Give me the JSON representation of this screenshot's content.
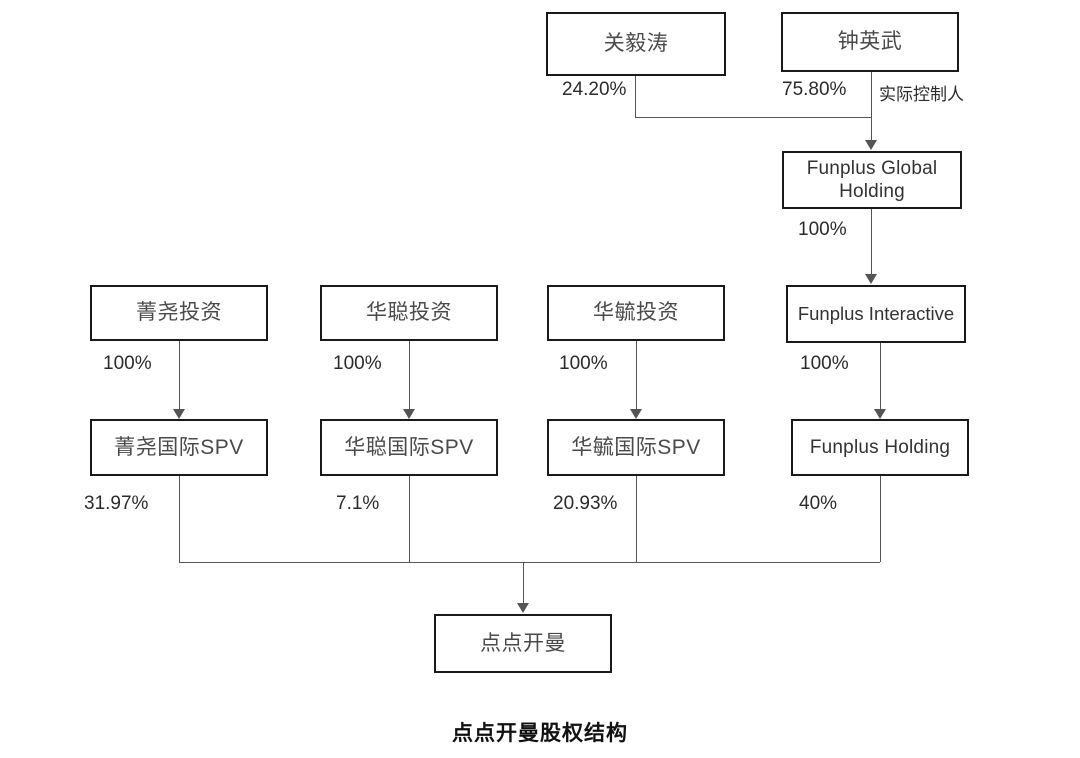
{
  "diagram": {
    "caption": "点点开曼股权结构",
    "nodes": {
      "guan_yitao": "关毅涛",
      "zhong_yingwu": "钟英武",
      "funplus_global_holding": "Funplus Global Holding",
      "funplus_interactive": "Funplus Interactive",
      "jingyao_investment": "菁尧投资",
      "huacong_investment": "华聪投资",
      "huayu_investment": "华毓投资",
      "jingyao_spv": "菁尧国际SPV",
      "huacong_spv": "华聪国际SPV",
      "huayu_spv": "华毓国际SPV",
      "funplus_holding": "Funplus Holding",
      "diandian_cayman": "点点开曼"
    },
    "edges": {
      "guan_to_fgh": "24.20%",
      "zhong_to_fgh": "75.80%",
      "fgh_to_fi": "100%",
      "jingyao_to_spv": "100%",
      "huacong_to_spv": "100%",
      "huayu_to_spv": "100%",
      "fi_to_fholding": "100%",
      "jingyao_spv_to_cayman": "31.97%",
      "huacong_spv_to_cayman": "7.1%",
      "huayu_spv_to_cayman": "20.93%",
      "funplus_holding_to_cayman": "40%"
    },
    "annotations": {
      "actual_controller": "实际控制人"
    },
    "colors": {
      "box_border": "#1a1a1a",
      "connector": "#555555",
      "text": "#333333",
      "background": "#ffffff"
    }
  },
  "chart_data": {
    "type": "diagram",
    "title": "点点开曼股权结构",
    "nodes": [
      {
        "id": "guan_yitao",
        "label": "关毅涛",
        "tier": 1
      },
      {
        "id": "zhong_yingwu",
        "label": "钟英武",
        "tier": 1,
        "note": "实际控制人"
      },
      {
        "id": "funplus_global_holding",
        "label": "Funplus Global Holding",
        "tier": 2
      },
      {
        "id": "funplus_interactive",
        "label": "Funplus Interactive",
        "tier": 3
      },
      {
        "id": "jingyao_investment",
        "label": "菁尧投资",
        "tier": 3
      },
      {
        "id": "huacong_investment",
        "label": "华聪投资",
        "tier": 3
      },
      {
        "id": "huayu_investment",
        "label": "华毓投资",
        "tier": 3
      },
      {
        "id": "jingyao_spv",
        "label": "菁尧国际SPV",
        "tier": 4
      },
      {
        "id": "huacong_spv",
        "label": "华聪国际SPV",
        "tier": 4
      },
      {
        "id": "huayu_spv",
        "label": "华毓国际SPV",
        "tier": 4
      },
      {
        "id": "funplus_holding",
        "label": "Funplus Holding",
        "tier": 4
      },
      {
        "id": "diandian_cayman",
        "label": "点点开曼",
        "tier": 5
      }
    ],
    "edges": [
      {
        "from": "guan_yitao",
        "to": "funplus_global_holding",
        "label": "24.20%",
        "value": 24.2
      },
      {
        "from": "zhong_yingwu",
        "to": "funplus_global_holding",
        "label": "75.80%",
        "value": 75.8
      },
      {
        "from": "funplus_global_holding",
        "to": "funplus_interactive",
        "label": "100%",
        "value": 100
      },
      {
        "from": "funplus_interactive",
        "to": "funplus_holding",
        "label": "100%",
        "value": 100
      },
      {
        "from": "jingyao_investment",
        "to": "jingyao_spv",
        "label": "100%",
        "value": 100
      },
      {
        "from": "huacong_investment",
        "to": "huacong_spv",
        "label": "100%",
        "value": 100
      },
      {
        "from": "huayu_investment",
        "to": "huayu_spv",
        "label": "100%",
        "value": 100
      },
      {
        "from": "jingyao_spv",
        "to": "diandian_cayman",
        "label": "31.97%",
        "value": 31.97
      },
      {
        "from": "huacong_spv",
        "to": "diandian_cayman",
        "label": "7.1%",
        "value": 7.1
      },
      {
        "from": "huayu_spv",
        "to": "diandian_cayman",
        "label": "20.93%",
        "value": 20.93
      },
      {
        "from": "funplus_holding",
        "to": "diandian_cayman",
        "label": "40%",
        "value": 40
      }
    ]
  }
}
